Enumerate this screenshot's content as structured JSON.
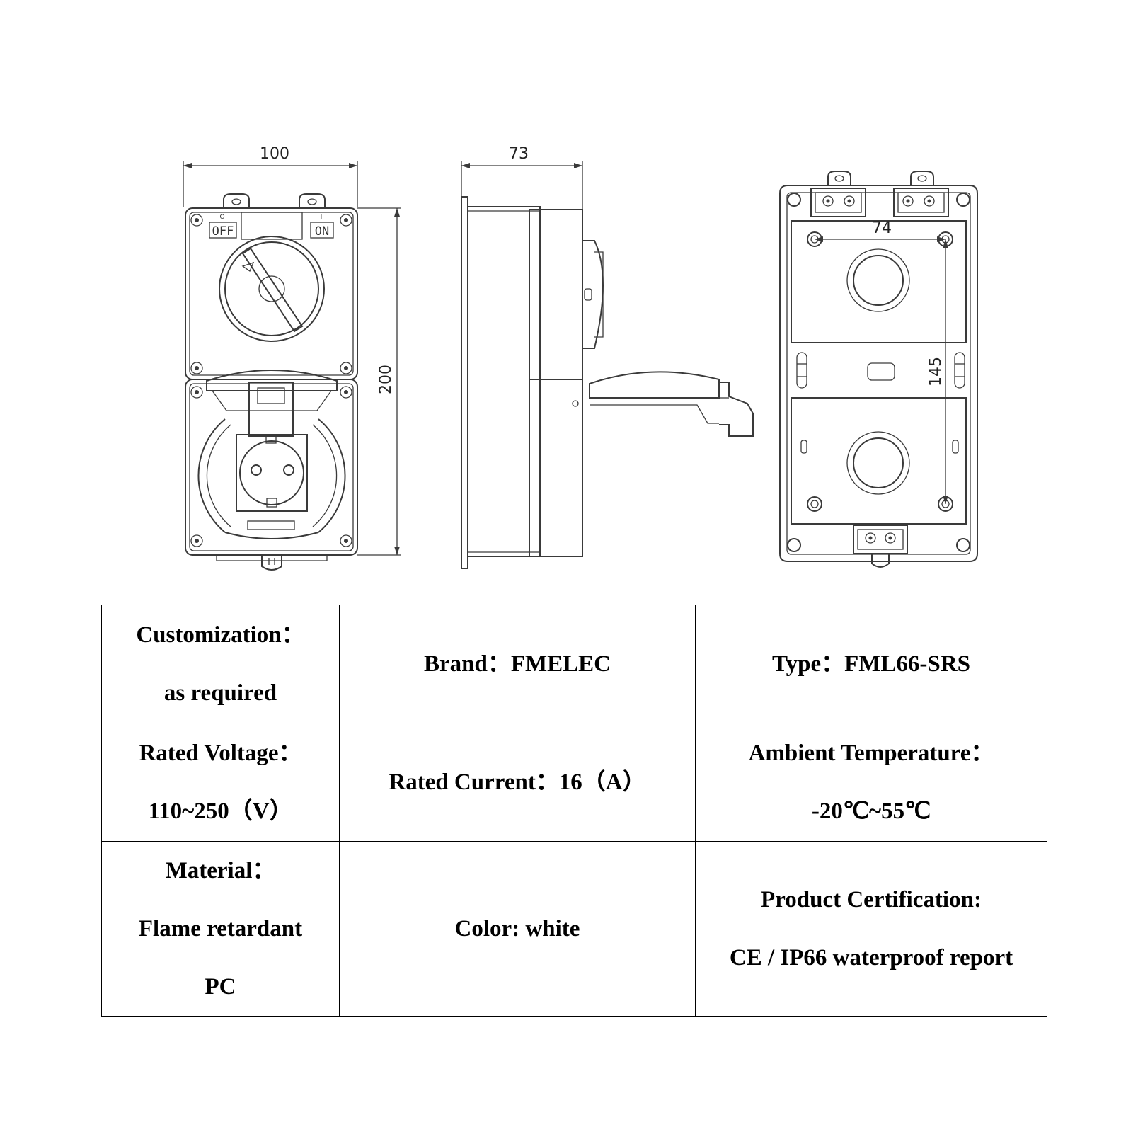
{
  "dimensions": {
    "front_width": "100",
    "front_height": "200",
    "side_depth": "73",
    "back_hole_spacing_h": "74",
    "back_hole_spacing_v": "145"
  },
  "switch_labels": {
    "off": "OFF",
    "on": "ON",
    "off_symbol": "O",
    "on_symbol": "I"
  },
  "specs": [
    [
      {
        "lines": [
          "Customization：",
          "as required"
        ]
      },
      {
        "lines": [
          "Brand：FMELEC"
        ]
      },
      {
        "lines": [
          "Type：FML66-SRS"
        ]
      }
    ],
    [
      {
        "lines": [
          "Rated Voltage：",
          "110~250（V）"
        ]
      },
      {
        "lines": [
          "Rated Current：16（A）"
        ]
      },
      {
        "lines": [
          "Ambient Temperature：",
          "-20℃~55℃"
        ]
      }
    ],
    [
      {
        "lines": [
          "Material：",
          "Flame retardant",
          "PC"
        ]
      },
      {
        "lines": [
          "Color: white"
        ]
      },
      {
        "lines": [
          "Product Certification:",
          "CE / IP66 waterproof report"
        ]
      }
    ]
  ]
}
